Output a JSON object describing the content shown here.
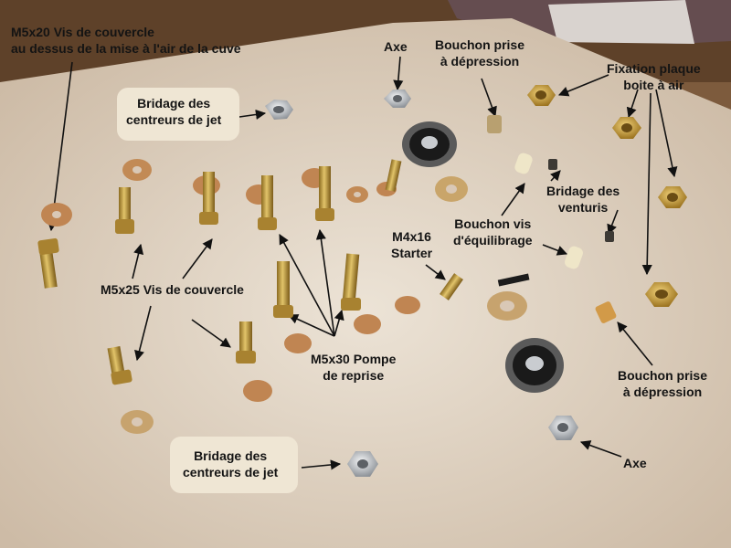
{
  "labels": {
    "m5x20": [
      "M5x20 Vis de couvercle",
      "au dessus de la mise à l'air de la cuve"
    ],
    "axe_top": [
      "Axe"
    ],
    "bouchon_prise_top": [
      "Bouchon prise",
      "à dépression"
    ],
    "fixation_plaque": [
      "Fixation plaque",
      "boite à air"
    ],
    "bridage_top": [
      "Bridage des",
      "centreurs de jet"
    ],
    "bridage_venturis": [
      "Bridage des",
      "venturis"
    ],
    "bouchon_vis": [
      "Bouchon vis",
      "d'équilibrage"
    ],
    "m4x16": [
      "M4x16",
      "Starter"
    ],
    "m5x25": [
      "M5x25 Vis de couvercle"
    ],
    "m5x30": [
      "M5x30 Pompe",
      "de reprise"
    ],
    "bouchon_prise_bottom": [
      "Bouchon prise",
      "à dépression"
    ],
    "axe_bottom": [
      "Axe"
    ],
    "bridage_bottom": [
      "Bridage des",
      "centreurs de jet"
    ]
  },
  "colors": {
    "background": "#7a5a3c",
    "paper": "#e8ddd0",
    "brass": "#c9a23a",
    "copper": "#c08552",
    "steel": "#c9ccd0",
    "label_box": "#efe6d4",
    "text": "#141414"
  }
}
